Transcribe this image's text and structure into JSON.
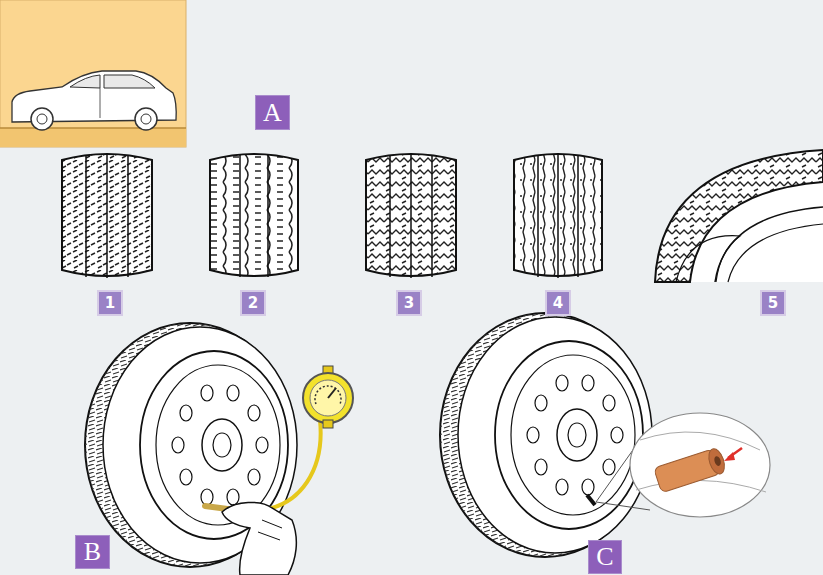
{
  "diagram": {
    "nodes": [
      {
        "text": [
          "A"
        ]
      },
      {
        "text": [
          "1"
        ]
      },
      {
        "text": [
          "2"
        ]
      },
      {
        "text": [
          "3"
        ]
      },
      {
        "text": [
          "4"
        ]
      },
      {
        "text": [
          "5"
        ]
      },
      {
        "text": [
          "B"
        ]
      },
      {
        "text": [
          "C"
        ]
      }
    ]
  }
}
